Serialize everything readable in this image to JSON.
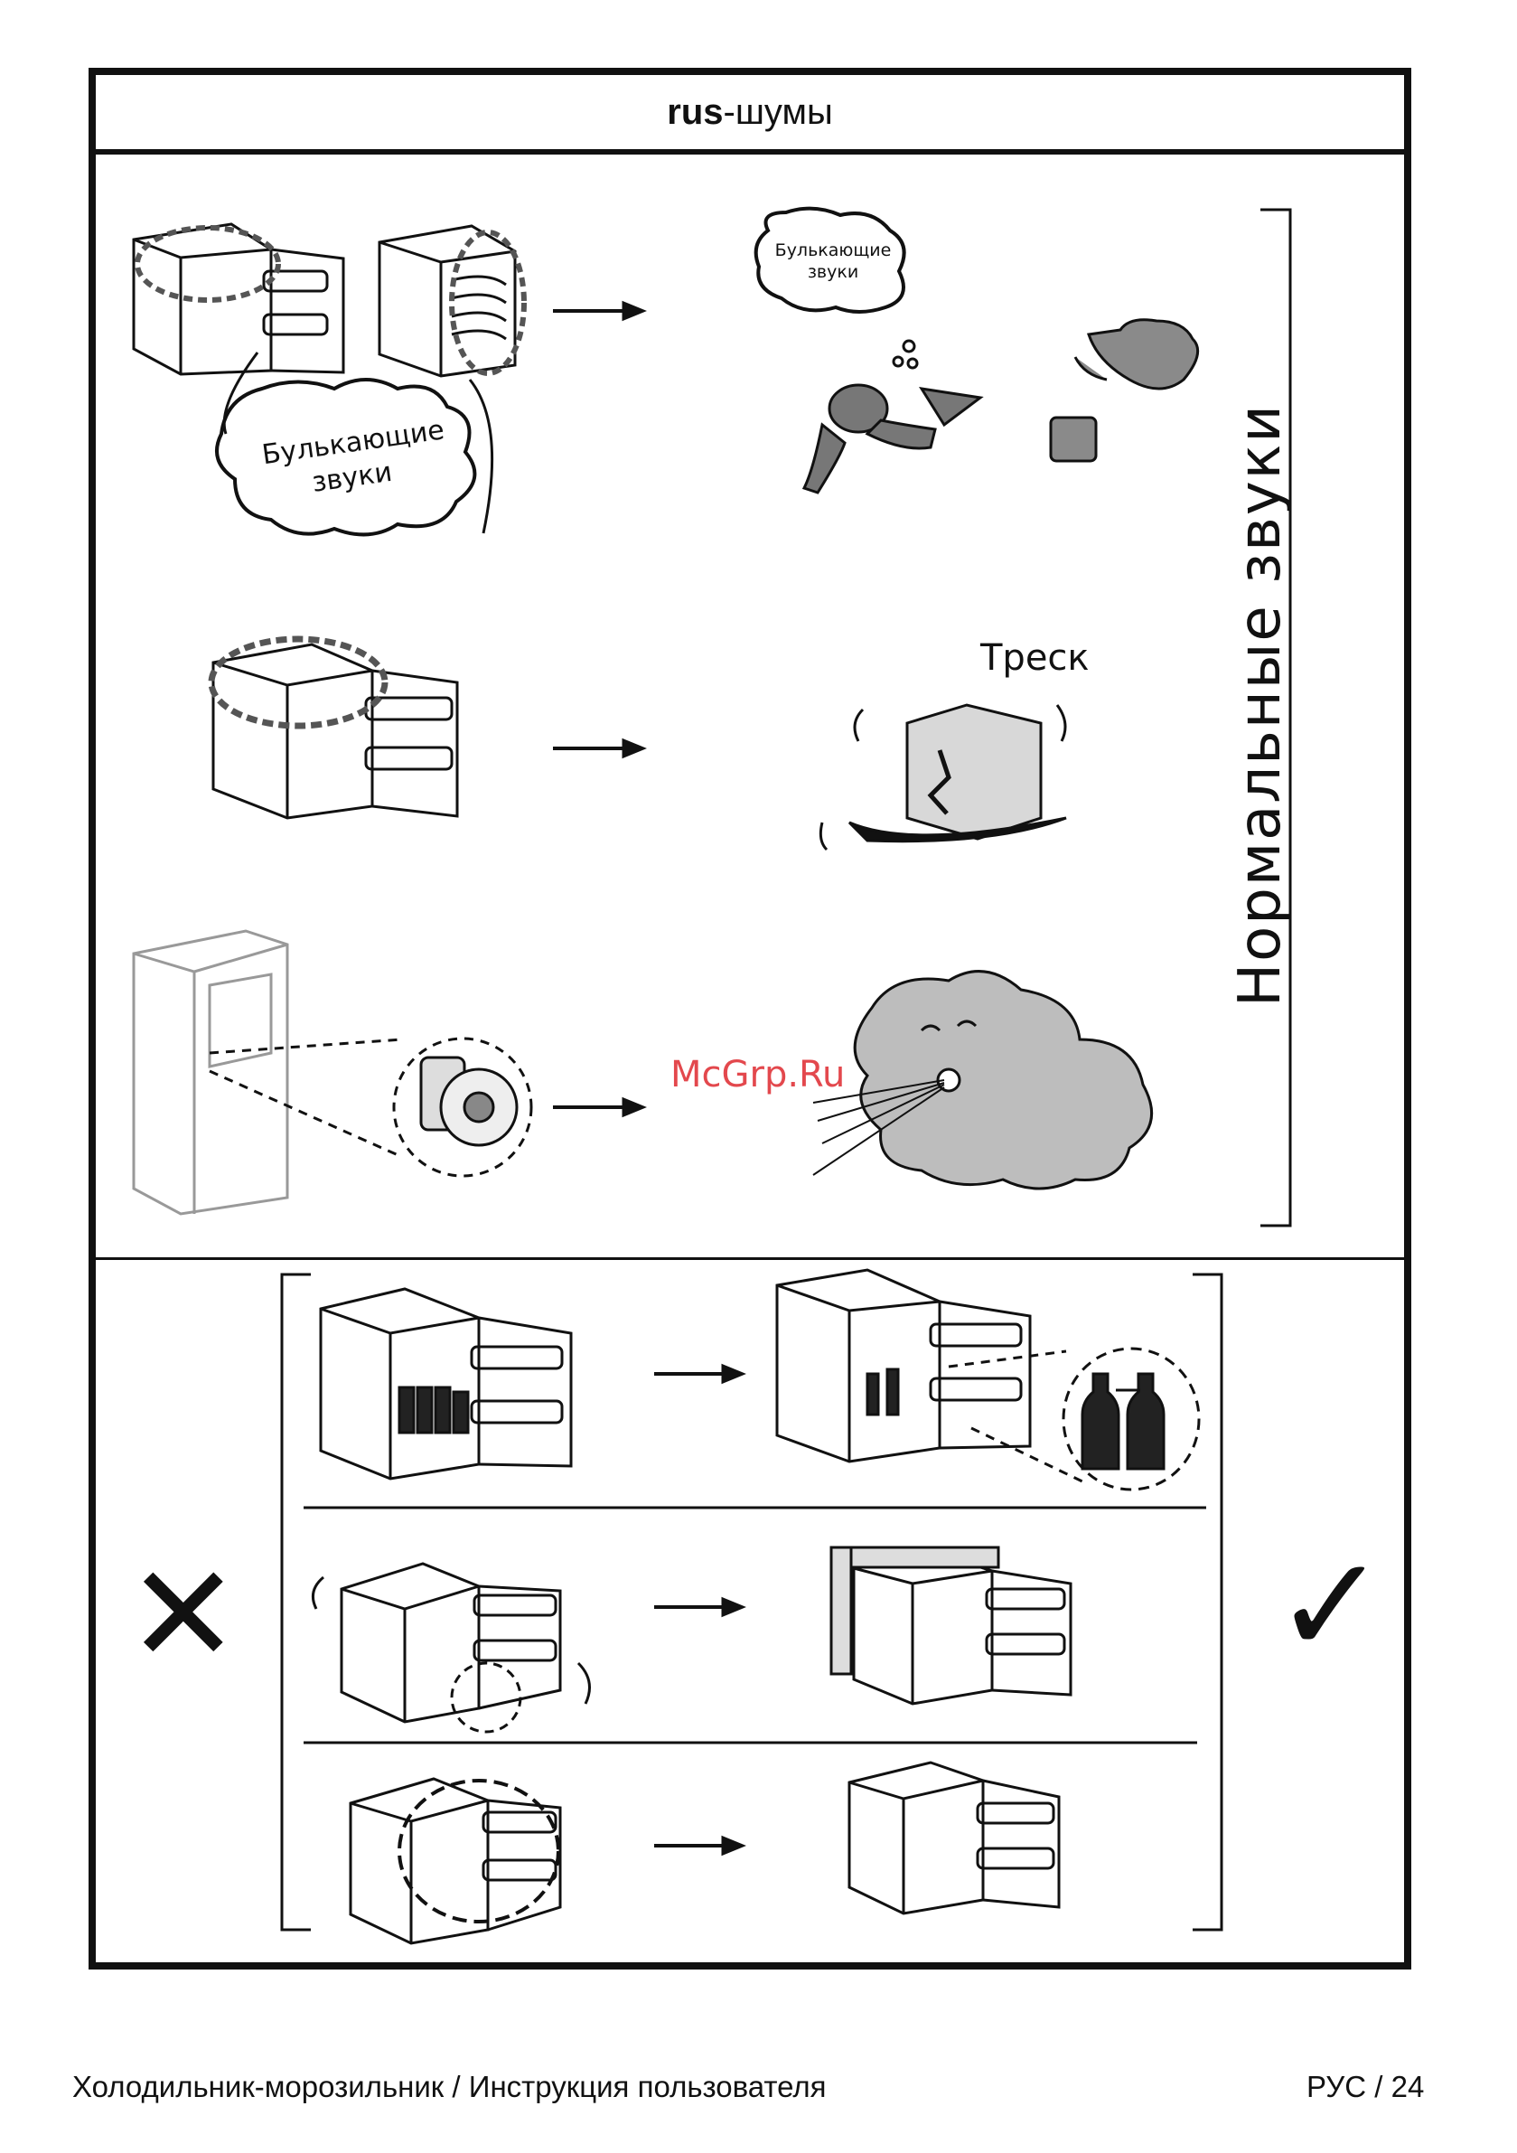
{
  "header": {
    "lang_code": "rus",
    "section_title": "-шумы"
  },
  "normal_sounds_label": "Нормальные звуки",
  "bubble_large": {
    "line1": "Булькающие",
    "line2": "звуки"
  },
  "bubble_small": {
    "line1": "Булькающие",
    "line2": "звуки"
  },
  "crack_label": "Треск",
  "watermark": "McGrp.Ru",
  "wrong_mark": "✕",
  "right_mark": "✓",
  "footer": {
    "title": "Холодильник-морозильник / Инструкция пользователя",
    "page": "РУС / 24"
  },
  "icons": [
    "fridge-icon",
    "diver-icon",
    "jug-icon",
    "ice-cube-icon",
    "cloud-face-icon",
    "fan-icon",
    "bottles-icon",
    "level-icon"
  ]
}
